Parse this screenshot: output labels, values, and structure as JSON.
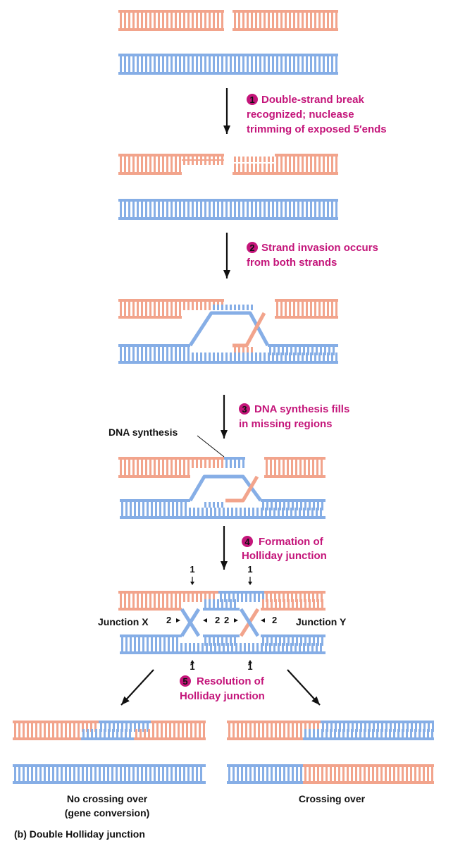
{
  "colors": {
    "salmon": "#f2a48c",
    "blue": "#86aee6",
    "magenta": "#c4157a",
    "arrow": "#111111",
    "background": "#ffffff"
  },
  "steps": [
    {
      "num": "1",
      "lines": [
        "Double-strand break",
        "recognized; nuclease",
        "trimming of exposed 5′ends"
      ]
    },
    {
      "num": "2",
      "lines": [
        "Strand invasion occurs",
        "from both strands"
      ]
    },
    {
      "num": "3",
      "lines": [
        "DNA synthesis fills",
        "in missing regions"
      ]
    },
    {
      "num": "4",
      "lines": [
        "Formation of",
        "Holliday junction"
      ]
    },
    {
      "num": "5",
      "lines": [
        "Resolution of",
        "Holliday junction"
      ]
    }
  ],
  "labels": {
    "dna_synthesis": "DNA synthesis",
    "junction_x": "Junction X",
    "junction_y": "Junction Y",
    "cut1": "1",
    "cut2": "2",
    "no_crossing_1": "No crossing over",
    "no_crossing_2": "(gene conversion)",
    "crossing": "Crossing over",
    "figure_caption": "(b) Double Holliday junction"
  }
}
